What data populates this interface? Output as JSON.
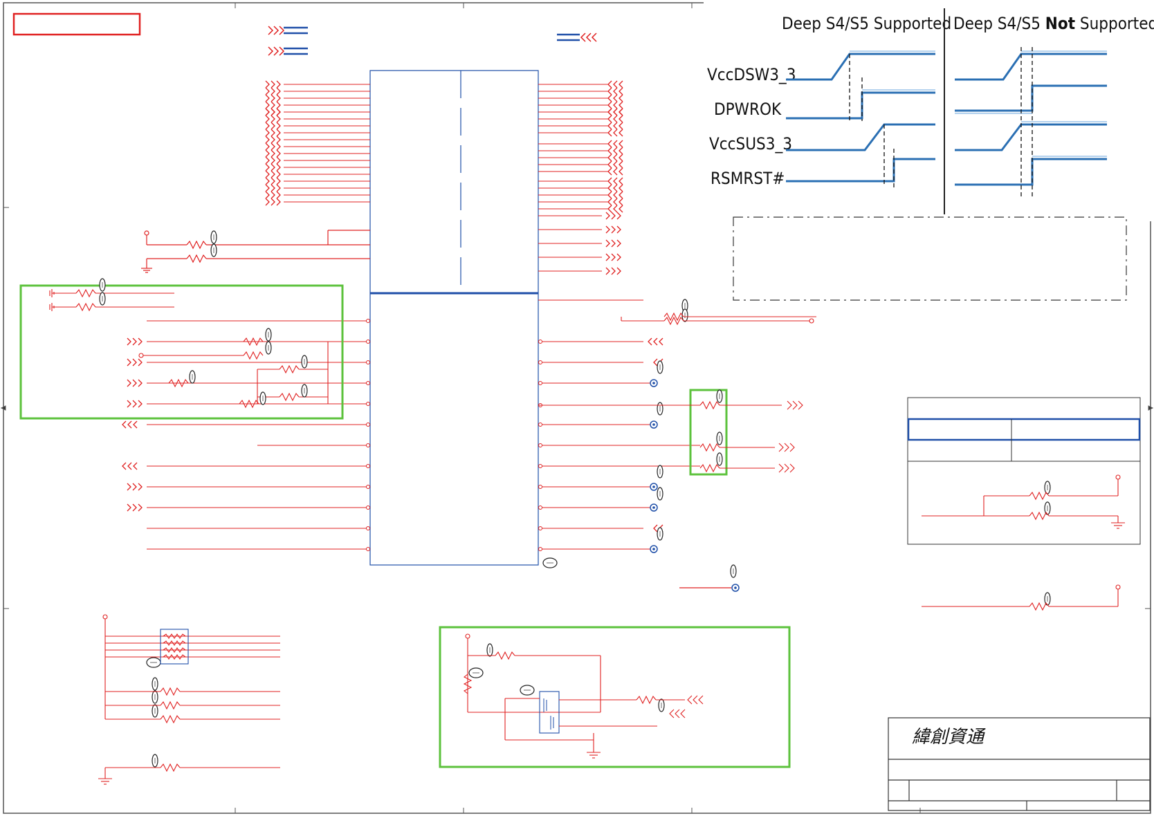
{
  "timing": {
    "heading_left": "Deep S4/S5 Supported",
    "heading_right_pre": "Deep S4/S5 ",
    "heading_right_bold": "Not",
    "heading_right_post": " Supported",
    "signals": [
      "VccDSW3_3",
      "DPWROK",
      "VccSUS3_3",
      "RSMRST#"
    ]
  },
  "title_block": {
    "company": "緯創資通"
  },
  "colors": {
    "wire": "#e02020",
    "body": "#1f4fa8",
    "highlight": "#5cc23c",
    "waveform": "#2a6fb3",
    "marker": "#e02020"
  }
}
